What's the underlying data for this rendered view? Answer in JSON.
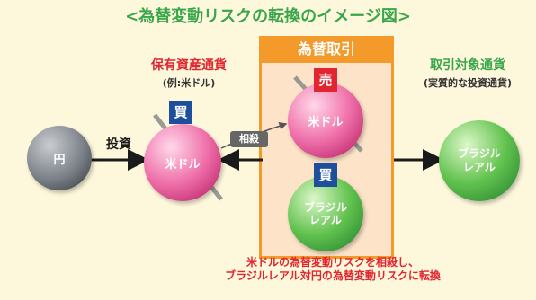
{
  "title": "<為替変動リスクの転換のイメージ図>",
  "panel_title": "為替取引",
  "holding_label": "保有資産通貨",
  "holding_sub": "(例:米ドル)",
  "target_label": "取引対象通貨",
  "target_sub": "(実質的な投資通貨)",
  "invest_label": "投資",
  "offset_label": "相殺",
  "balls": {
    "yen": "円",
    "usd_hold": "米ドル",
    "usd_sell": "米ドル",
    "brl_buy_1": "ブラジル",
    "brl_buy_2": "レアル",
    "brl_target_1": "ブラジル",
    "brl_target_2": "レアル"
  },
  "badges": {
    "buy1": "買",
    "sell": "売",
    "buy2": "買"
  },
  "note_line1": "米ドルの為替変動リスクを相殺し、",
  "note_line2": "ブラジルレアル対円の為替変動リスクに転換",
  "colors": {
    "orange": "#f39a2a",
    "red": "#e2262f",
    "green": "#3aa64a",
    "navy": "#1e4f9c"
  }
}
